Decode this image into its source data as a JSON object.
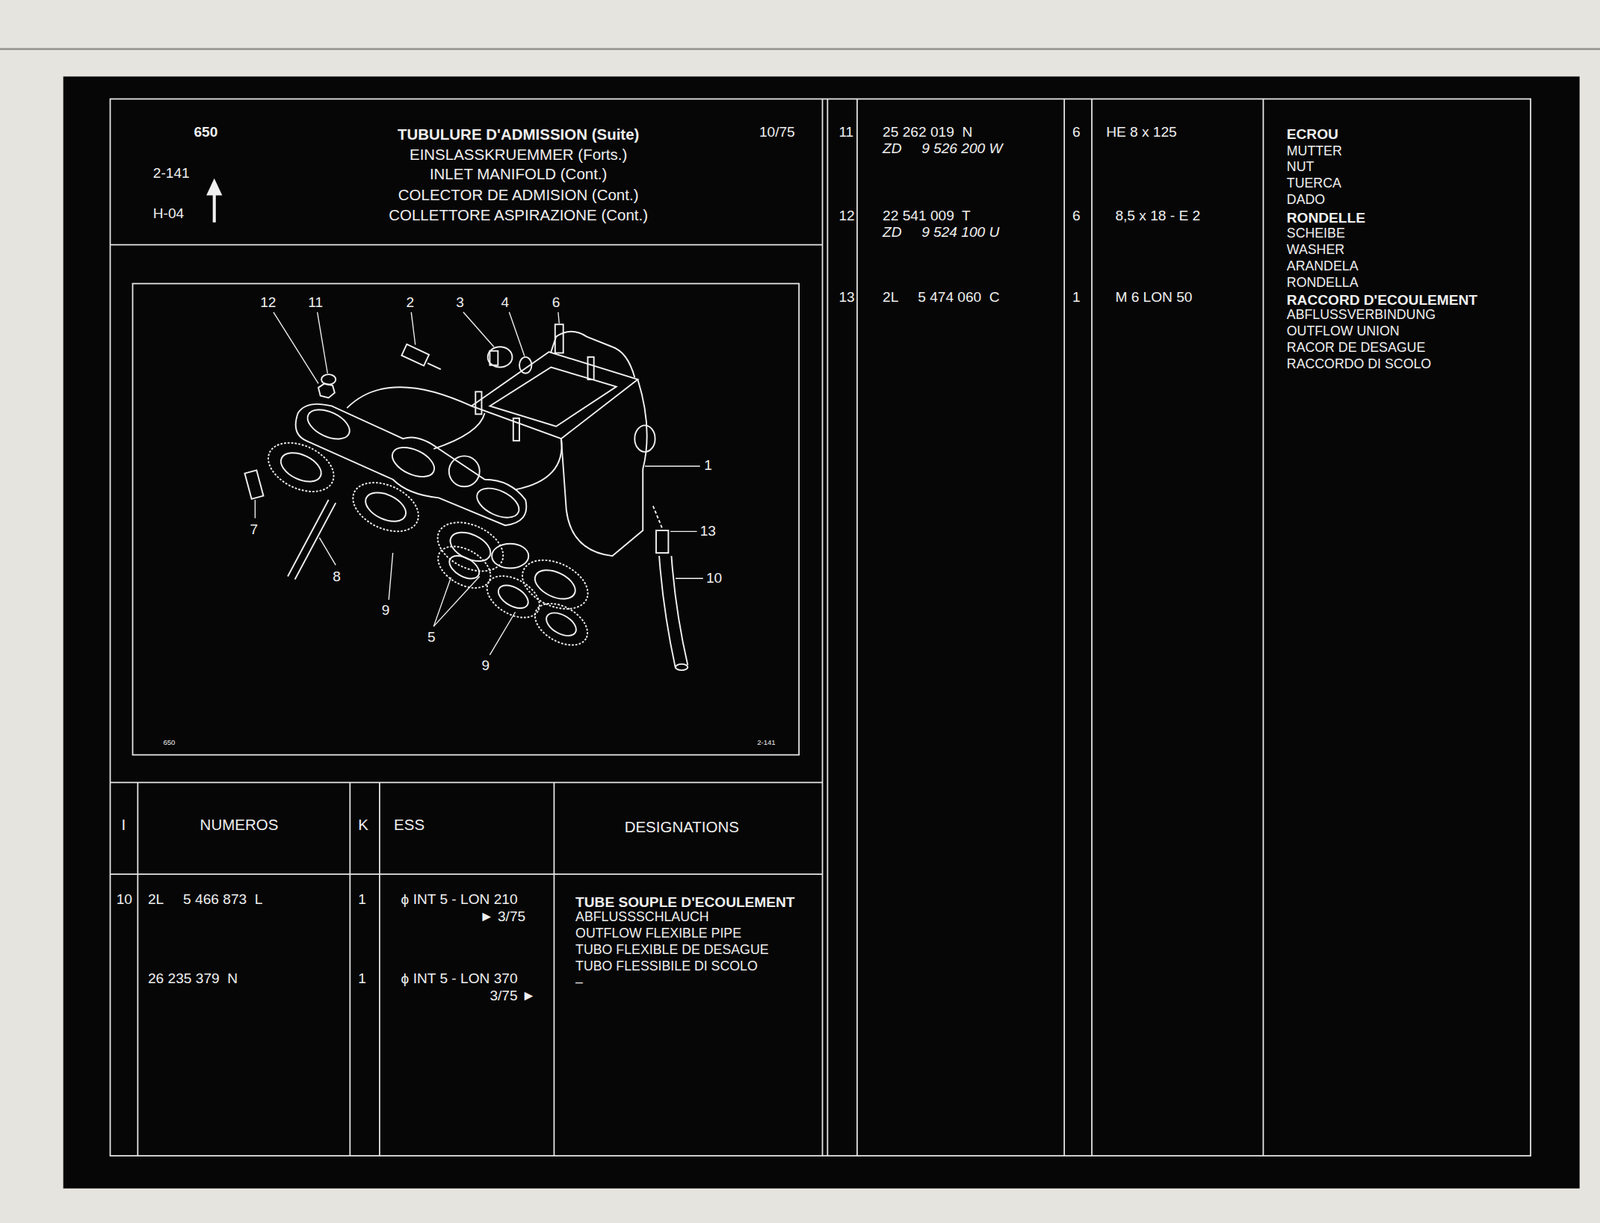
{
  "diagram": {
    "nodes": [
      {
        "text": [
          "650",
          "2-141",
          "H-04",
          "TUBULURE D'ADMISSION (Suite)",
          "EINSLASSKRUEMMER (Forts.)",
          "INLET MANIFOLD (Cont.)",
          "COLECTOR DE ADMISION (Cont.)",
          "COLLETTORE ASPIRAZIONE (Cont.)",
          "10/75"
        ]
      },
      {
        "text": [
          "650",
          "2-141"
        ]
      }
    ],
    "labels": [
      "12",
      "11",
      "2",
      "3",
      "4",
      "6",
      "1",
      "13",
      "10",
      "7",
      "8",
      "9",
      "5",
      "9",
      "I",
      "NUMEROS",
      "K",
      "ESS",
      "DESIGNATIONS",
      "10",
      "2L     5 466 873  L",
      "1",
      "ϕ INT 5 - LON 210",
      "► 3/75",
      "TUBE SOUPLE D'ECOULEMENT",
      "ABFLUSSSCHLAUCH",
      "OUTFLOW FLEXIBLE PIPE",
      "TUBO FLEXIBLE DE DESAGUE",
      "TUBO FLESSIBILE DI SCOLO",
      "–",
      "26 235 379  N",
      "1",
      "ϕ INT 5 - LON 370",
      "3/75 ►",
      "11",
      "25 262 019  N",
      "ZD     9 526 200 W",
      "6",
      "HE 8 x 125",
      "ECROU",
      "MUTTER",
      "NUT",
      "TUERCA",
      "DADO",
      "12",
      "22 541 009  T",
      "ZD     9 524 100 U",
      "6",
      "8,5 x 18 - E 2",
      "RONDELLE",
      "SCHEIBE",
      "WASHER",
      "ARANDELA",
      "RONDELLA",
      "13",
      "2L     5 474 060  C",
      "1",
      "M 6 LON 50",
      "RACCORD D'ECOULEMENT",
      "ABFLUSSVERBINDUNG",
      "OUTFLOW UNION",
      "RACOR DE DESAGUE",
      "RACCORDO DI SCOLO"
    ]
  }
}
